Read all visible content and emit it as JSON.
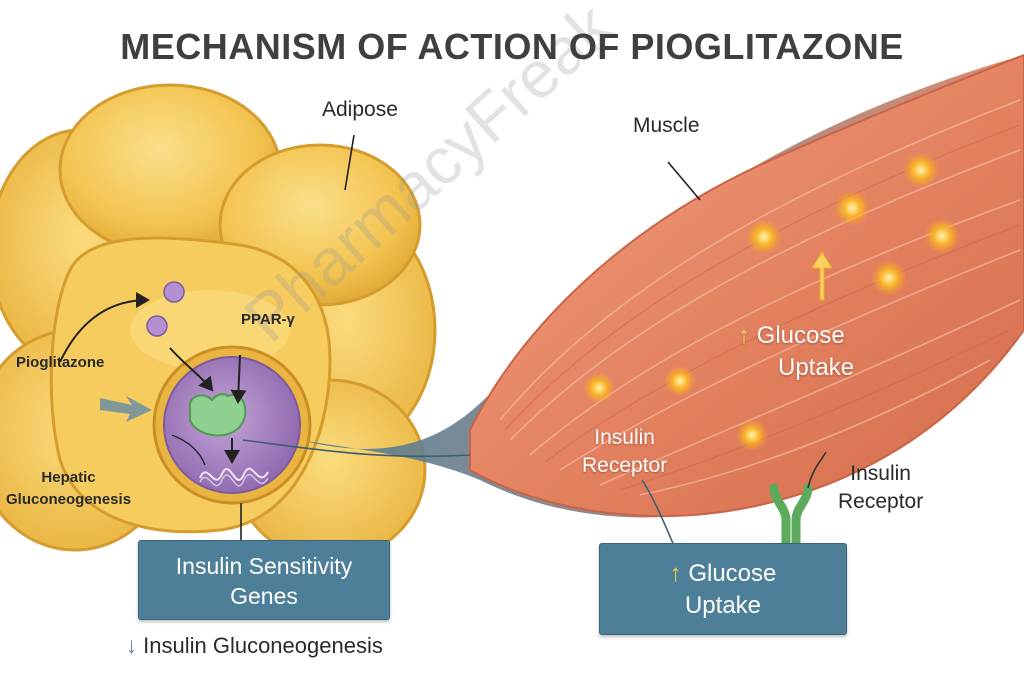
{
  "title": "MECHANISM OF ACTION OF PIOGLITAZONE",
  "labels": {
    "adipose": "Adipose",
    "muscle": "Muscle",
    "pioglitazone": "Pioglitazone",
    "ppar": "PPAR-γ",
    "hepatic_line1": "Hepatic",
    "hepatic_line2": "Gluconeogenesis",
    "glucose_uptake_line1": "Glucose",
    "glucose_uptake_line2": "Uptake",
    "insulin_receptor_inner_line1": "Insulin",
    "insulin_receptor_inner_line2": "Receptor",
    "insulin_receptor_outer_line1": "Insulin",
    "insulin_receptor_outer_line2": "Receptor",
    "bottom_note": "Insulin Gluconeogenesis"
  },
  "boxes": {
    "genes_line1": "Insulin Sensitivity",
    "genes_line2": "Genes",
    "uptake_line1": "Glucose",
    "uptake_line2": "Uptake"
  },
  "symbols": {
    "up_arrow": "↑",
    "down_arrow": "↓"
  },
  "watermark": "PharmacyFreak",
  "colors": {
    "adipocyte": "#f2c24e",
    "muscle": "#e6876a",
    "nucleus": "#a983c4",
    "receptor": "#6cbc6c",
    "box": "#4e7f98",
    "glucose": "#f7b21e"
  }
}
